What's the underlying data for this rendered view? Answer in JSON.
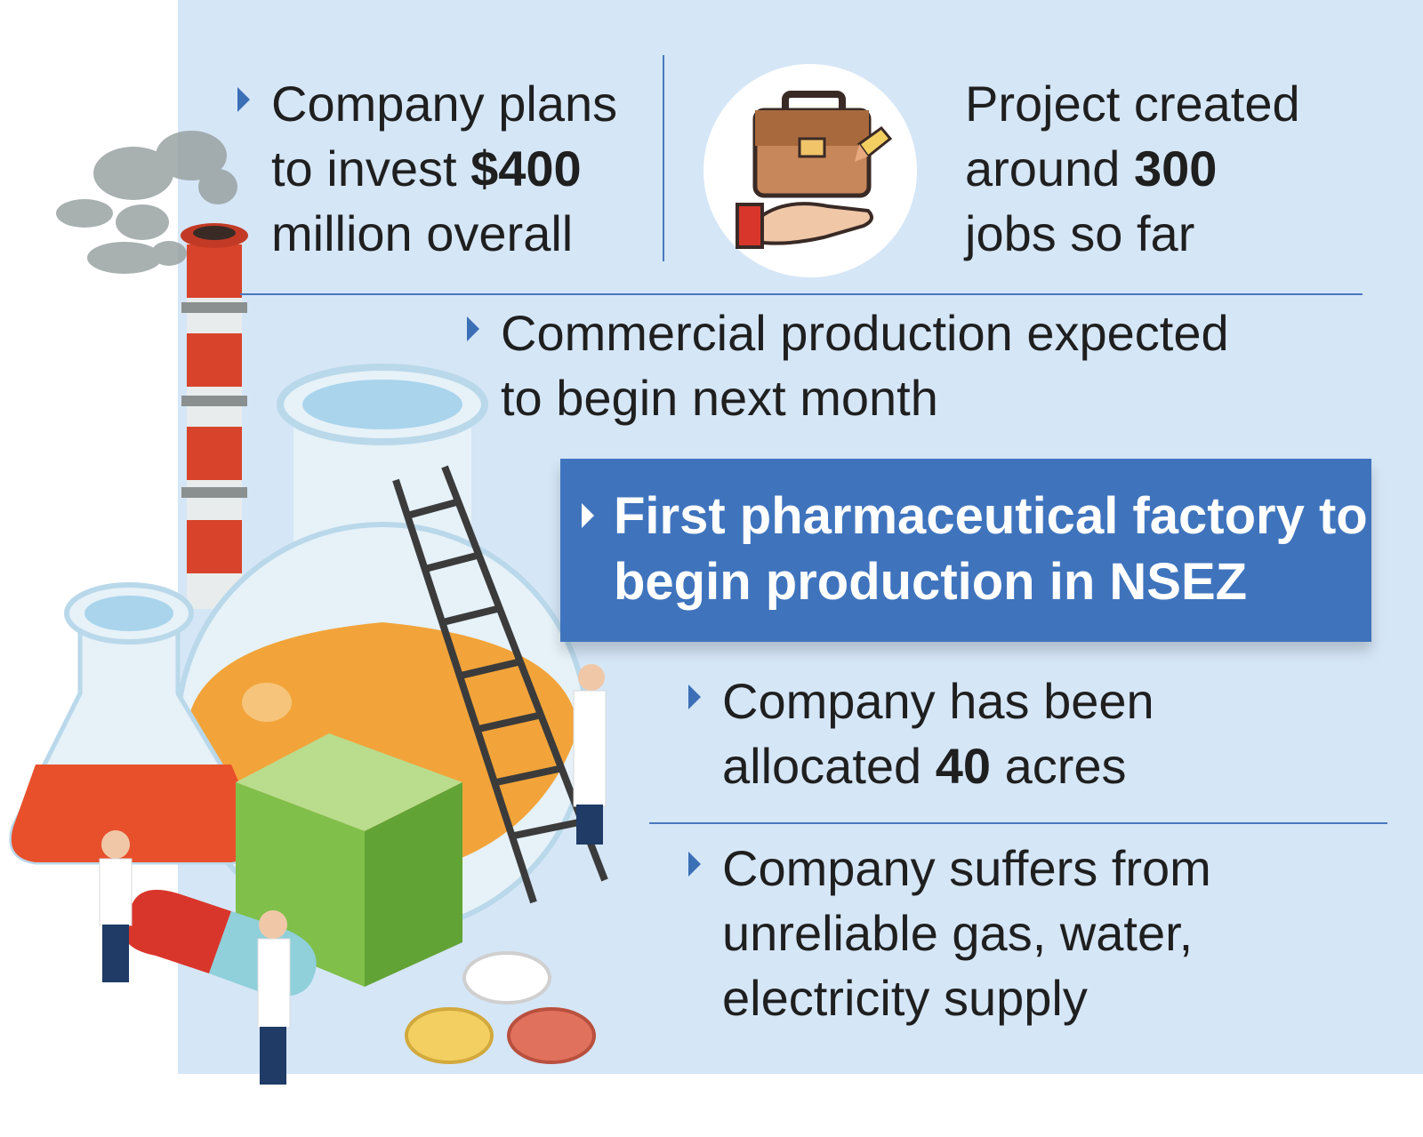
{
  "facts": {
    "invest": {
      "pre": "Company plans",
      "mid_pre": "to invest ",
      "amount": "$400",
      "post": "million overall"
    },
    "jobs": {
      "pre": "Project created",
      "mid_pre": "around ",
      "count": "300",
      "post": "jobs so far"
    },
    "production": {
      "line1": "Commercial production expected",
      "line2": "to begin next month"
    },
    "allocation": {
      "line1": "Company has been",
      "mid_pre": "allocated ",
      "acres": "40",
      "post": " acres"
    },
    "utilities": {
      "line1": "Company suffers from",
      "line2": "unreliable gas, water,",
      "line3": "electricity supply"
    }
  },
  "headline": {
    "line1": "First pharmaceutical factory to",
    "line2": "begin production in NSEZ"
  },
  "icons": {
    "jobs_icon": "briefcase-hand-pencil-icon",
    "illustration": "pharma-factory-illustration"
  },
  "colors": {
    "panel": "#d5e6f7",
    "accent": "#3f74bd",
    "rule": "#4a78bf",
    "text": "#1f1f1f"
  }
}
